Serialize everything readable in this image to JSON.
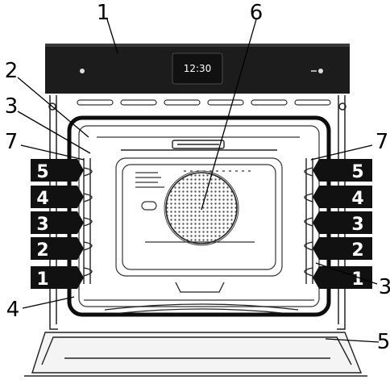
{
  "display": {
    "time": "12:30"
  },
  "callouts": {
    "control_panel": "1",
    "door_seal": "2",
    "lamp_upper": "3",
    "lamp_lower": "3",
    "cavity": "4",
    "door": "5",
    "fan_cover": "6",
    "rails_left": "7",
    "rails_right": "7"
  },
  "shelf_levels": [
    "5",
    "4",
    "3",
    "2",
    "1"
  ],
  "colors": {
    "panel": "#1c1c1c",
    "seal": "#0d0d0d",
    "level_badge": "#111111",
    "outline": "#222222"
  }
}
